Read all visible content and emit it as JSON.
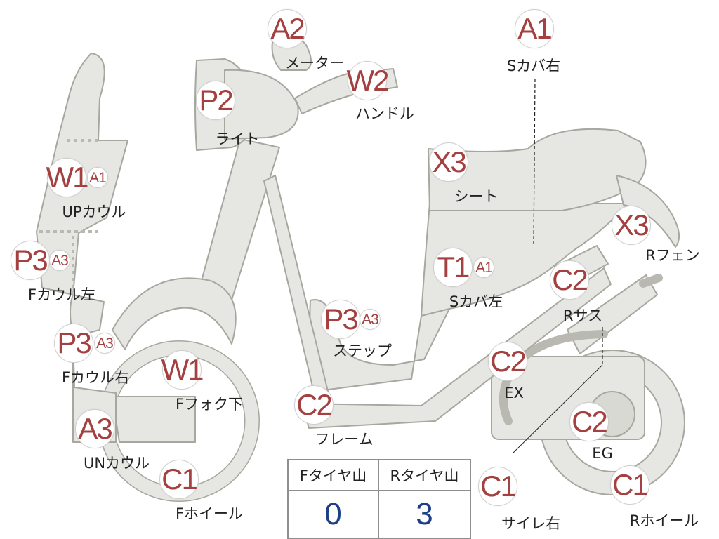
{
  "parts": [
    {
      "id": "a2-meter",
      "code": "A2",
      "label": "メーター"
    },
    {
      "id": "a1-s-cover-right",
      "code": "A1",
      "label": "Sカバ右"
    },
    {
      "id": "p2-light",
      "code": "P2",
      "label": "ライト"
    },
    {
      "id": "w2-handle",
      "code": "W2",
      "label": "ハンドル"
    },
    {
      "id": "w1-up-cowl",
      "code": "W1",
      "sub": "A1",
      "label": "UPカウル"
    },
    {
      "id": "x3-seat",
      "code": "X3",
      "label": "シート"
    },
    {
      "id": "x3-r-fender",
      "code": "X3",
      "label": "Rフェン"
    },
    {
      "id": "p3-f-cowl-left",
      "code": "P3",
      "sub": "A3",
      "label": "Fカウル左"
    },
    {
      "id": "t1-s-cover-left",
      "code": "T1",
      "sub": "A1",
      "label": "Sカバ左"
    },
    {
      "id": "c2-r-suspension",
      "code": "C2",
      "label": "Rサス"
    },
    {
      "id": "p3-step",
      "code": "P3",
      "sub": "A3",
      "label": "ステップ"
    },
    {
      "id": "p3-f-cowl-right",
      "code": "P3",
      "sub": "A3",
      "label": "Fカウル右"
    },
    {
      "id": "w1-f-fork-lower",
      "code": "W1",
      "label": "Fフォク下"
    },
    {
      "id": "c2-ex",
      "code": "C2",
      "label": "EX"
    },
    {
      "id": "c2-frame",
      "code": "C2",
      "label": "フレーム"
    },
    {
      "id": "c2-eg",
      "code": "C2",
      "label": "EG"
    },
    {
      "id": "a3-un-cowl",
      "code": "A3",
      "label": "UNカウル"
    },
    {
      "id": "c1-f-wheel",
      "code": "C1",
      "label": "Fホイール"
    },
    {
      "id": "c1-muffler-right",
      "code": "C1",
      "label": "サイレ右"
    },
    {
      "id": "c1-r-wheel",
      "code": "C1",
      "label": "Rホイール"
    }
  ],
  "tire_table": {
    "front_header": "Fタイヤ山",
    "rear_header": "Rタイヤ山",
    "front_value": "0",
    "rear_value": "3"
  },
  "colors": {
    "code_text": "#a4403f",
    "tire_value_text": "#1c3f85",
    "part_fill": "#e6e6e2",
    "part_outline": "#a7a79f"
  }
}
